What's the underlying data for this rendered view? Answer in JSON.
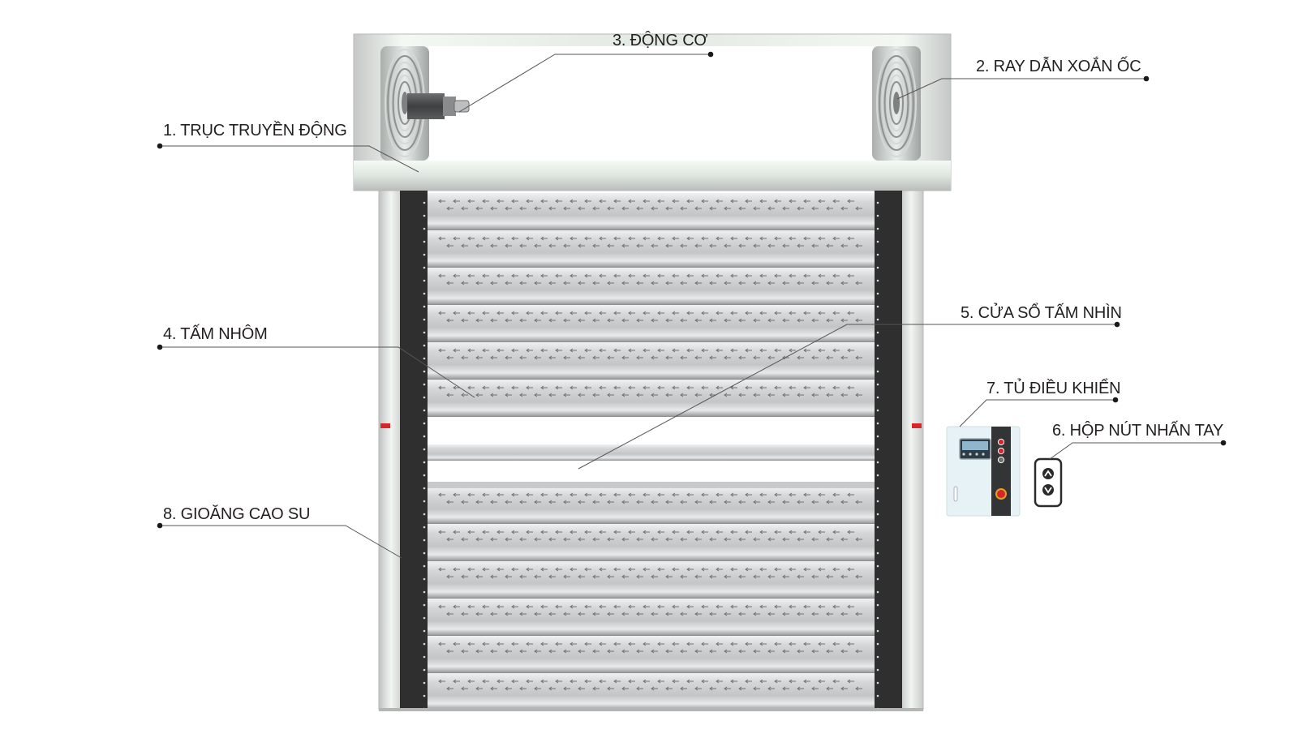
{
  "diagram": {
    "labels": [
      {
        "id": "truc",
        "text": "1. TRỤC TRUYỀN ĐỘNG"
      },
      {
        "id": "ray",
        "text": "2. RAY DẪN XOẮN ỐC"
      },
      {
        "id": "dongco",
        "text": "3. ĐỘNG CƠ"
      },
      {
        "id": "tamnhom",
        "text": "4. TẤM NHÔM"
      },
      {
        "id": "cuaso",
        "text": "5. CỬA SỔ TẤM NHÌN"
      },
      {
        "id": "hopnut",
        "text": "6. HỘP NÚT NHẤN TAY"
      },
      {
        "id": "tudieukhien",
        "text": "7. TỦ ĐIỀU KHIỂN"
      },
      {
        "id": "gioang",
        "text": "8. GIOĂNG CAO SU"
      }
    ],
    "colors": {
      "frame": "#c9cccb",
      "frame_glow": "#eef6ee",
      "rail": "#2f2f2f",
      "slat": "#c7c8ca",
      "slat_dark": "#8d8f91",
      "motor": "#555555",
      "leader": "#555555",
      "text": "#231f20",
      "cabinet": "#e6f2f6",
      "button_red": "#d7262b"
    },
    "icons": [
      "up-arrow-icon",
      "down-arrow-icon"
    ]
  }
}
